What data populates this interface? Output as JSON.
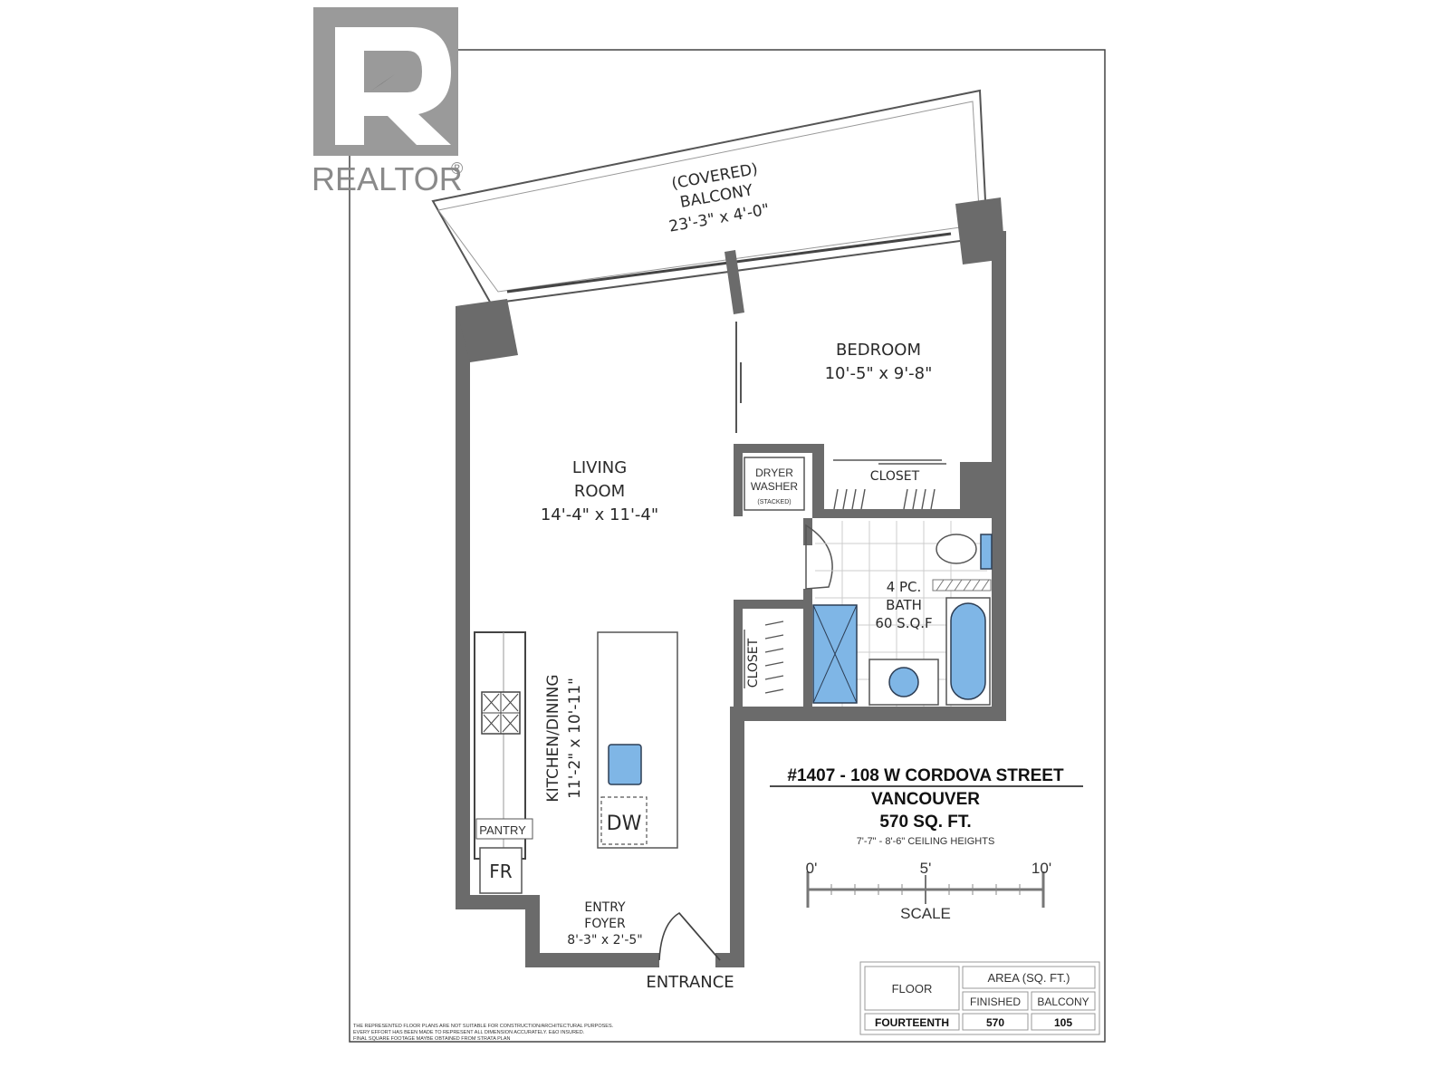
{
  "logo": {
    "text": "REALTOR",
    "mark": "®"
  },
  "balcony": {
    "line1": "(COVERED)",
    "line2": "BALCONY",
    "size": "23'-3\" x 4'-0\""
  },
  "rooms": {
    "bedroom": {
      "name": "BEDROOM",
      "size": "10'-5\" x 9'-8\""
    },
    "living": {
      "line1": "LIVING",
      "line2": "ROOM",
      "size": "14'-4\" x 11'-4\""
    },
    "kitchen": {
      "name": "KITCHEN/DINING",
      "size": "11'-2\" x 10'-11\""
    },
    "bath": {
      "line1": "4 PC.",
      "line2": "BATH",
      "line3": "60 S.Q.F"
    },
    "foyer": {
      "line1": "ENTRY",
      "line2": "FOYER",
      "size": "8'-3\" x 2'-5\""
    }
  },
  "fixtures": {
    "dryer": "DRYER",
    "washer": "WASHER",
    "stacked": "(STACKED)",
    "closet_bedroom": "CLOSET",
    "closet_hall": "CLOSET",
    "pantry": "PANTRY",
    "fridge": "FR",
    "dishwasher": "DW"
  },
  "entrance": "ENTRANCE",
  "address": {
    "line1": "#1407 - 108 W CORDOVA STREET",
    "line2": "VANCOUVER",
    "area": "570 SQ. FT.",
    "ceiling": "7'-7\" - 8'-6\" CEILING HEIGHTS"
  },
  "scale": {
    "t0": "0'",
    "t5": "5'",
    "t10": "10'",
    "label": "SCALE"
  },
  "area_table": {
    "floor_header": "FLOOR",
    "area_header": "AREA (SQ. FT.)",
    "finished_header": "FINISHED",
    "balcony_header": "BALCONY",
    "floor_value": "FOURTEENTH",
    "finished_value": "570",
    "balcony_value": "105"
  },
  "disclaimer": {
    "line1": "THE REPRESENTED FLOOR PLANS ARE NOT SUITABLE FOR CONSTRUCTION/ARCHITECTURAL PURPOSES.",
    "line2": "EVERY EFFORT HAS BEEN MADE TO REPRESENT ALL DIMENSION ACCURATELY. E&O INSURED.",
    "line3": "FINAL SQUARE FOOTAGE MAYBE OBTAINED FROM STRATA PLAN"
  },
  "colors": {
    "wall": "#6b6b6b",
    "fixture_blue": "#7fb6e6",
    "logo_gray": "#9a9a9a"
  }
}
